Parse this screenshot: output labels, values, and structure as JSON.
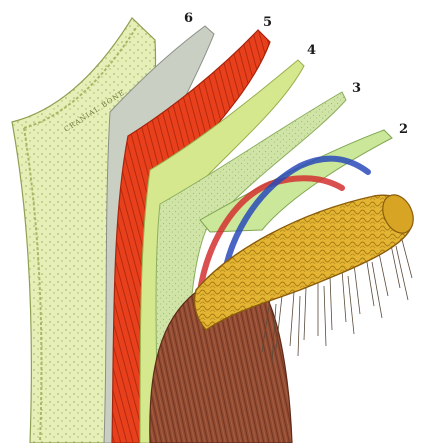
{
  "figure": {
    "bone_caption": "CRANIAL BONE",
    "layer_labels": [
      {
        "id": "layer-6",
        "number": "6"
      },
      {
        "id": "layer-5",
        "number": "5"
      },
      {
        "id": "layer-4",
        "number": "4"
      },
      {
        "id": "layer-3",
        "number": "3"
      },
      {
        "id": "layer-2",
        "number": "2"
      }
    ]
  },
  "colors": {
    "cranial_bone": "#e4eeb4",
    "layer_6": "#c9cfc2",
    "layer_5": "#e8401c",
    "layer_4": "#d4e68a",
    "layer_3": "#c8e0a0",
    "layer_2": "#cbe89a",
    "scalp_hair_layer": "#e0b030",
    "dermis": "#8e4a32",
    "artery": "#d43030",
    "vein": "#2a4ab8"
  }
}
